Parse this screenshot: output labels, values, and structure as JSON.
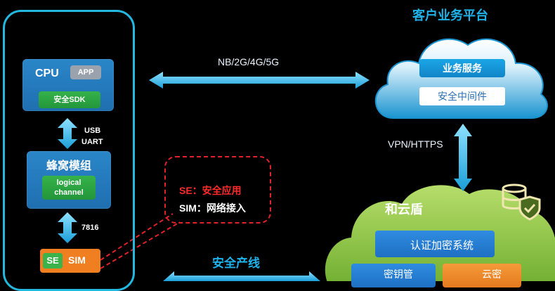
{
  "device": {
    "cpu": {
      "label": "CPU",
      "app": "APP",
      "sdk": "安全SDK"
    },
    "link_cpu_module": {
      "line1": "USB",
      "line2": "UART"
    },
    "cellular": {
      "title": "蜂窝模组",
      "channel_line1": "logical",
      "channel_line2": "channel"
    },
    "link_module_sim": "7816",
    "sesim": {
      "se": "SE",
      "sim": "SIM"
    }
  },
  "callout": {
    "line1": "SE：安全应用",
    "line2": "SIM：网络接入"
  },
  "network": {
    "top_link": "NB/2G/4G/5G",
    "vpn_link": "VPN/HTTPS",
    "safe_line": "安全产线"
  },
  "customer_cloud": {
    "title": "客户业务平台",
    "item1": "业务服务",
    "item2": "安全中间件"
  },
  "heyundun": {
    "title": "和云盾",
    "auth": "认证加密系统",
    "key": "密钥管",
    "ym": "云密"
  },
  "colors": {
    "background": "#000000",
    "accent_cyan": "#1fb3ea",
    "frame": "#22b8e0",
    "green": "#36b24a",
    "orange": "#f07f22",
    "callout_red": "#e0222a",
    "cloud_green": "#8dc63f"
  }
}
